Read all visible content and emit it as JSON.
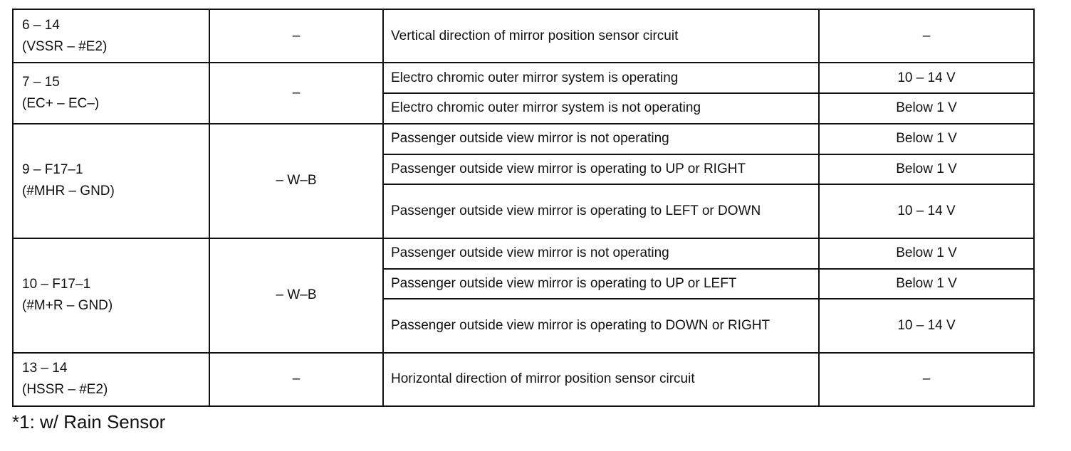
{
  "rows": [
    {
      "terminal": {
        "line1": "6 – 14",
        "line2": "(VSSR – #E2)"
      },
      "wiring": "–",
      "conditions": [
        {
          "text": "Vertical direction of mirror position sensor circuit",
          "value": "–"
        }
      ]
    },
    {
      "terminal": {
        "line1": "7 – 15",
        "line2": "(EC+ – EC–)"
      },
      "wiring": "–",
      "conditions": [
        {
          "text": "Electro chromic outer mirror system is operating",
          "value": "10 – 14 V"
        },
        {
          "text": "Electro chromic outer mirror system is not operating",
          "value": "Below 1 V"
        }
      ]
    },
    {
      "terminal": {
        "line1": "9 – F17–1",
        "line2": "(#MHR – GND)"
      },
      "wiring": "– W–B",
      "conditions": [
        {
          "text": "Passenger outside view mirror is not operating",
          "value": "Below 1 V"
        },
        {
          "text": "Passenger outside view mirror is operating to UP or RIGHT",
          "value": "Below 1 V"
        },
        {
          "text": "Passenger outside view mirror is operating to LEFT or DOWN",
          "value": "10 – 14 V"
        }
      ]
    },
    {
      "terminal": {
        "line1": "10 – F17–1",
        "line2": "(#M+R – GND)"
      },
      "wiring": "– W–B",
      "conditions": [
        {
          "text": "Passenger outside view mirror is not operating",
          "value": "Below 1 V"
        },
        {
          "text": "Passenger outside view mirror is operating to UP or LEFT",
          "value": "Below 1 V"
        },
        {
          "text": "Passenger outside view mirror is operating to DOWN or RIGHT",
          "value": "10 – 14 V"
        }
      ]
    },
    {
      "terminal": {
        "line1": "13 – 14",
        "line2": "(HSSR – #E2)"
      },
      "wiring": "–",
      "conditions": [
        {
          "text": "Horizontal direction of mirror position sensor circuit",
          "value": "–"
        }
      ]
    }
  ],
  "footnote": "*1: w/ Rain Sensor"
}
